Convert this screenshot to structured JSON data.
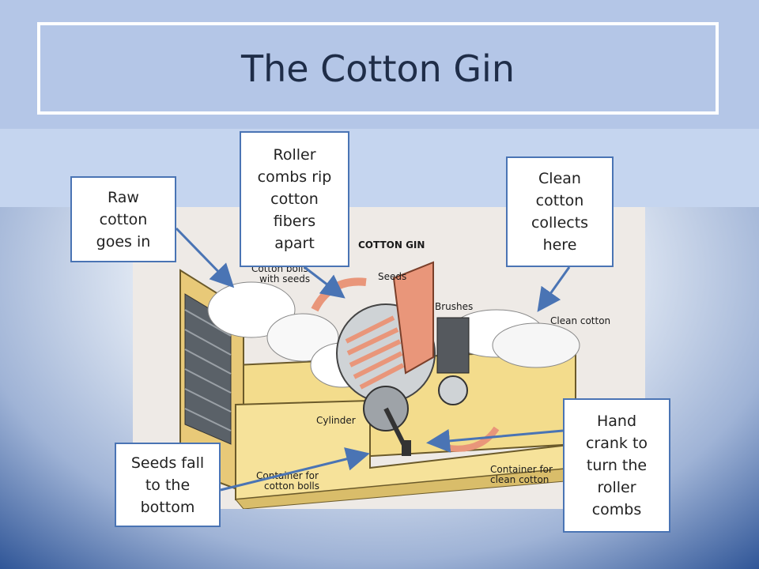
{
  "slide": {
    "title": "The Cotton Gin"
  },
  "figure": {
    "heading": "COTTON GIN",
    "labels": {
      "bolls": "Cotton bolls",
      "bolls2": "with seeds",
      "seeds": "Seeds",
      "brushes": "Brushes",
      "clean_cotton": "Clean cotton",
      "cylinder": "Cylinder",
      "container_bolls": "Container for",
      "container_bolls2": "cotton bolls",
      "container_clean": "Container for",
      "container_clean2": "clean cotton"
    }
  },
  "callouts": {
    "raw": "Raw\ncotton\ngoes in",
    "roller": "Roller\ncombs rip\ncotton\nfibers\napart",
    "clean": "Clean\ncotton\ncollects\nhere",
    "seeds": "Seeds fall\nto the\nbottom",
    "crank": "Hand\ncrank to\nturn the\nroller\ncombs"
  },
  "colors": {
    "arrow": "#4a74b4",
    "callout_border": "#4a74b4",
    "wood": "#f3dc8c",
    "comb": "#e9967a"
  }
}
